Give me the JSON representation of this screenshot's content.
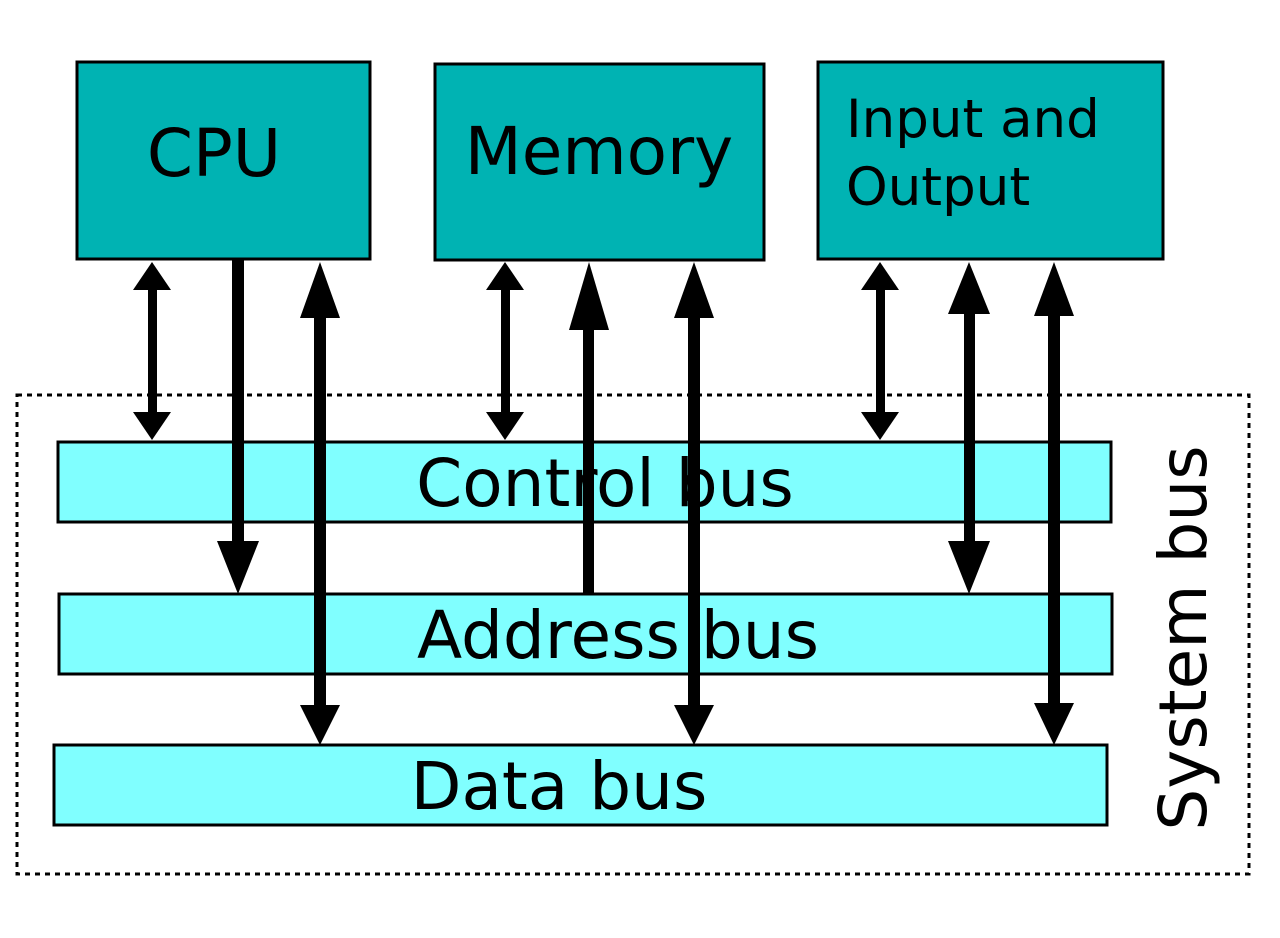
{
  "components": {
    "cpu": {
      "label": "CPU"
    },
    "memory": {
      "label": "Memory"
    },
    "io": {
      "label_line1": "Input and",
      "label_line2": "Output"
    }
  },
  "buses": {
    "control": {
      "label": "Control bus"
    },
    "address": {
      "label": "Address bus"
    },
    "data": {
      "label": "Data bus"
    }
  },
  "system_bus": {
    "label": "System bus"
  },
  "colors": {
    "component_fill": "#00b3b3",
    "bus_fill": "#80ffff",
    "stroke": "#000000",
    "background": "#ffffff"
  }
}
